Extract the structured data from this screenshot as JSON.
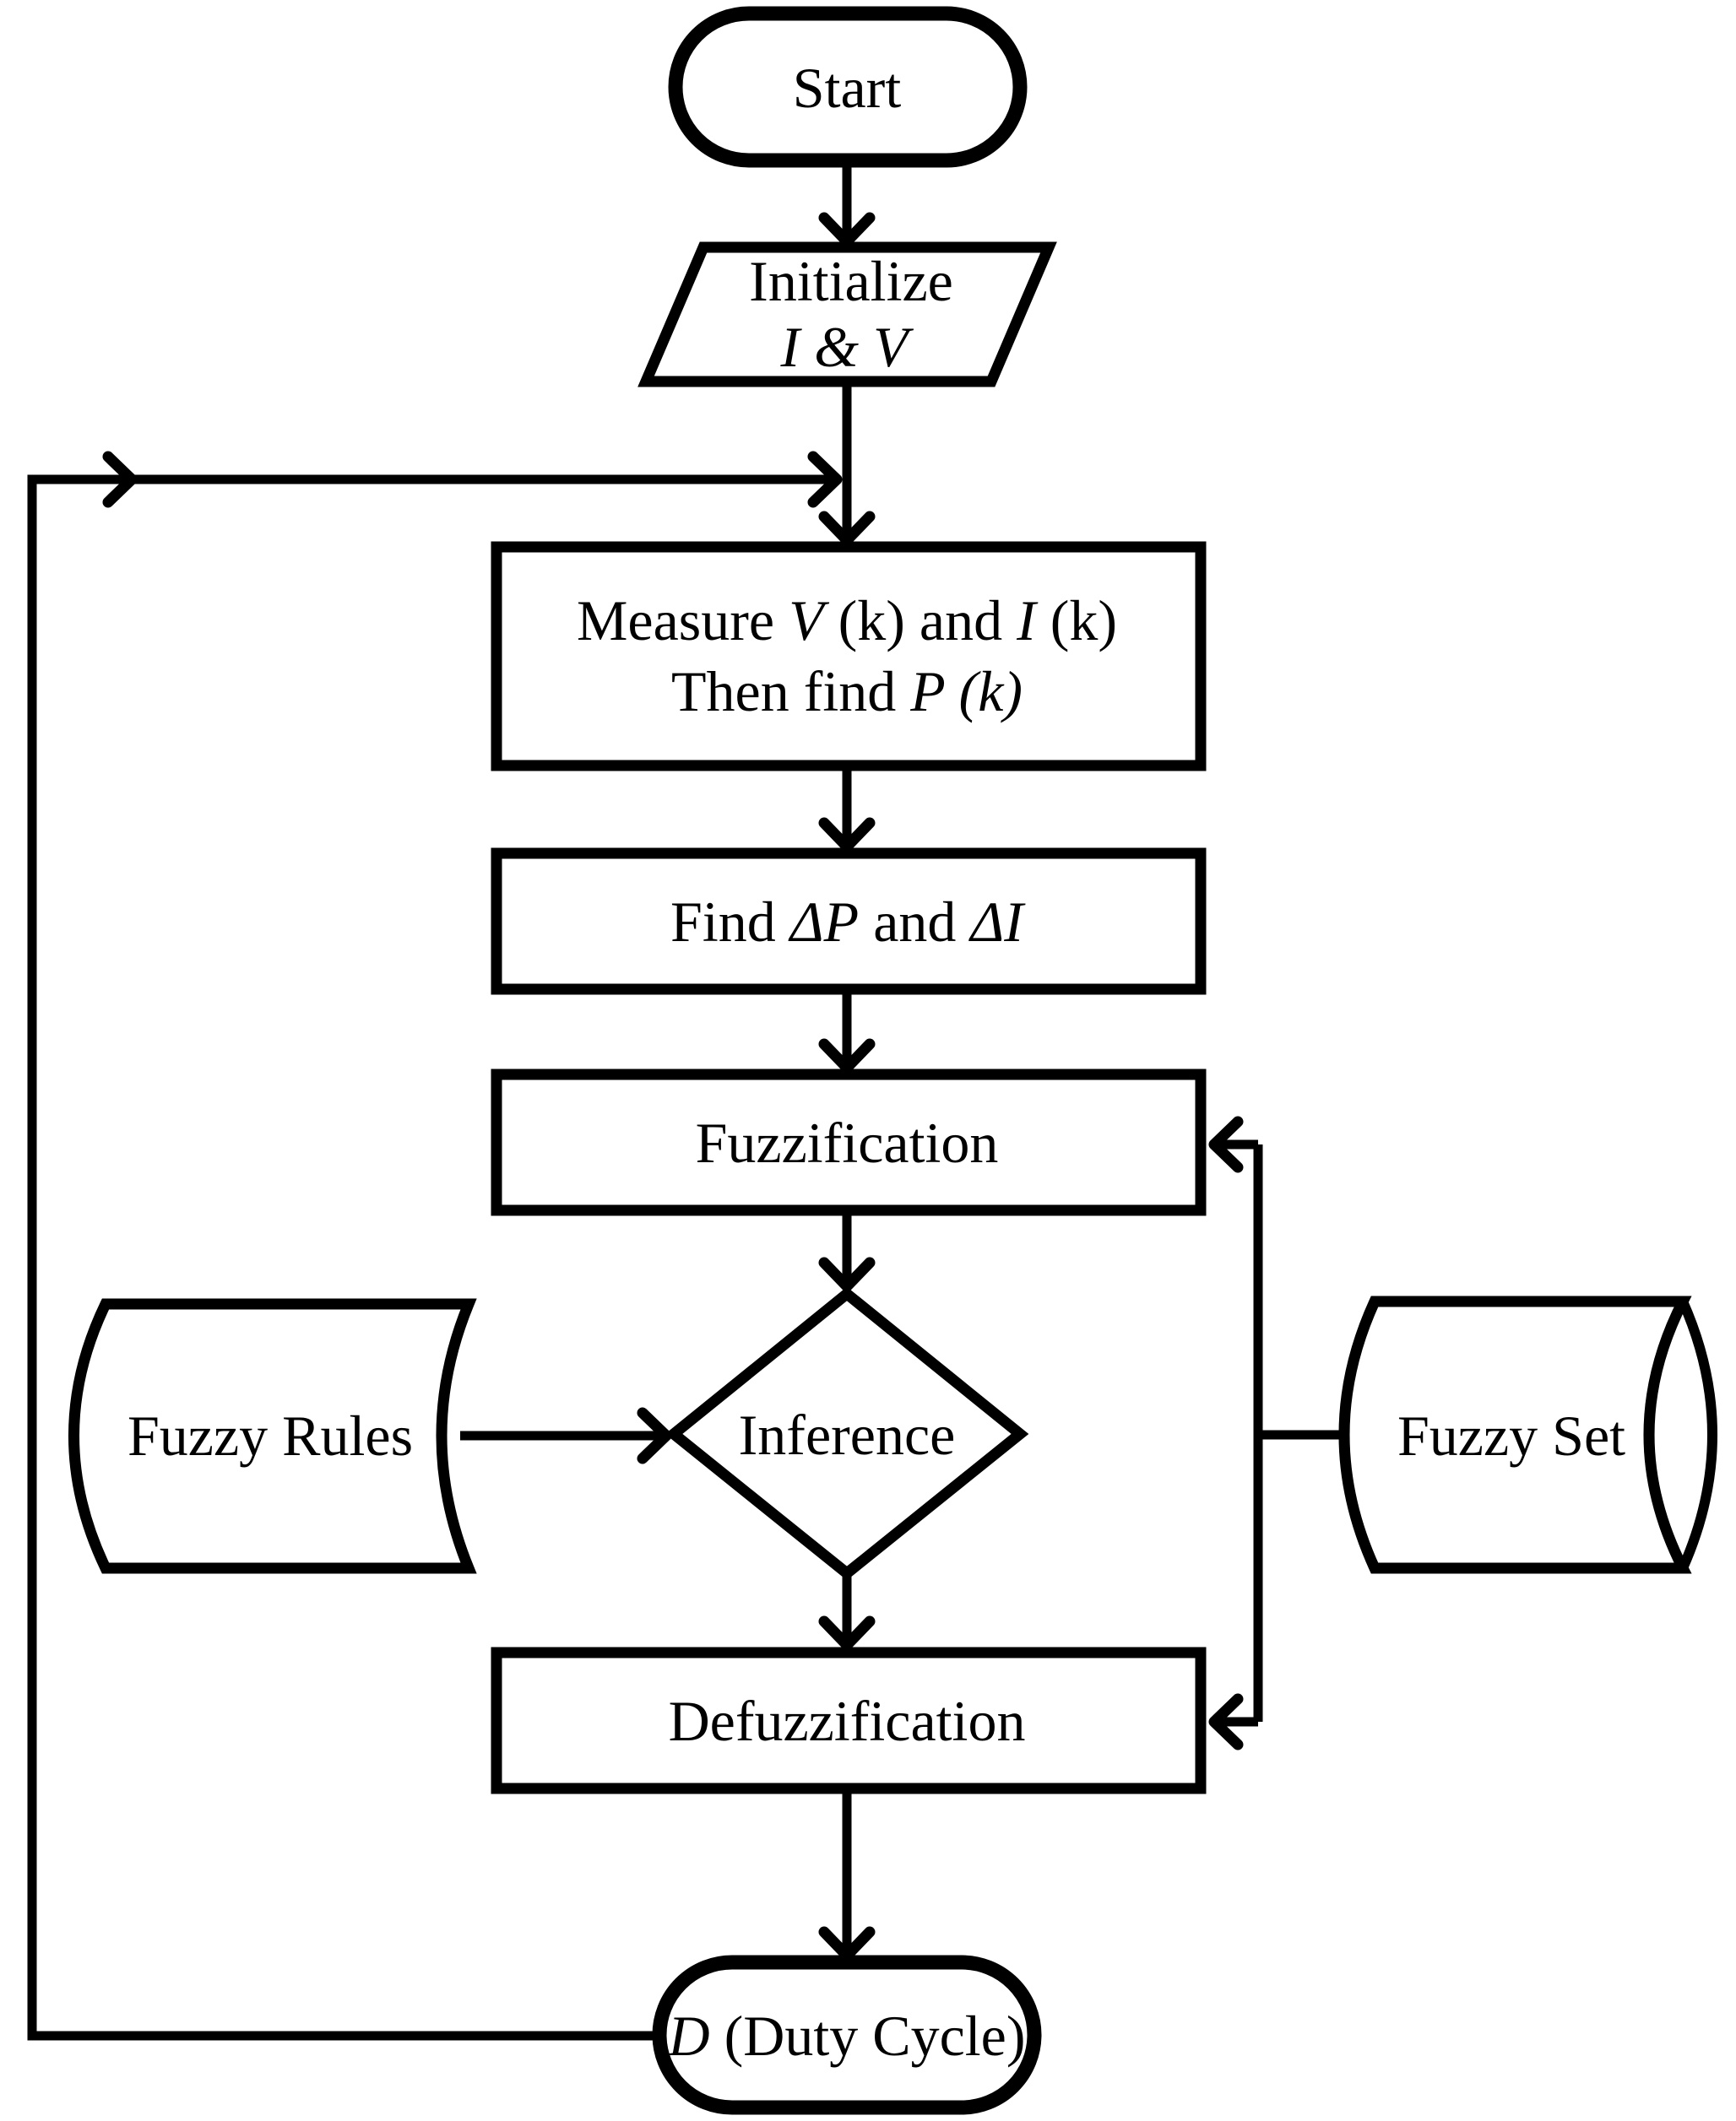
{
  "page": {
    "background_color": "#ffffff",
    "ink_color": "#000000"
  },
  "flowchart": {
    "nodes": {
      "start": {
        "type": "terminator",
        "label": [
          {
            "t": "Start",
            "i": false
          }
        ]
      },
      "initialize": {
        "type": "data-parallelogram",
        "line1": [
          {
            "t": "Initialize",
            "i": false
          }
        ],
        "line2": [
          {
            "t": "I & V",
            "i": true
          }
        ]
      },
      "measure": {
        "type": "process",
        "line1": [
          {
            "t": "Measure ",
            "i": false
          },
          {
            "t": "V",
            "i": true
          },
          {
            "t": " (k) and ",
            "i": false
          },
          {
            "t": "I",
            "i": true
          },
          {
            "t": " (k)",
            "i": false
          }
        ],
        "line2": [
          {
            "t": "Then find ",
            "i": false
          },
          {
            "t": "P (k)",
            "i": true
          }
        ]
      },
      "find_delta": {
        "type": "process",
        "label": [
          {
            "t": "Find ",
            "i": false
          },
          {
            "t": "ΔP",
            "i": true
          },
          {
            "t": " and ",
            "i": false
          },
          {
            "t": "ΔI",
            "i": true
          }
        ]
      },
      "fuzzification": {
        "type": "process",
        "label": [
          {
            "t": "Fuzzification",
            "i": false
          }
        ]
      },
      "inference": {
        "type": "decision",
        "label": [
          {
            "t": "Inference",
            "i": false
          }
        ]
      },
      "fuzzy_rules": {
        "type": "stored-data-cylinder",
        "label": [
          {
            "t": "Fuzzy Rules",
            "i": false
          }
        ]
      },
      "fuzzy_set": {
        "type": "stored-data-cylinder",
        "label": [
          {
            "t": "Fuzzy Set",
            "i": false
          }
        ]
      },
      "defuzzification": {
        "type": "process",
        "label": [
          {
            "t": "Defuzzification",
            "i": false
          }
        ]
      },
      "duty_cycle": {
        "type": "terminator",
        "label": [
          {
            "t": "D",
            "i": true
          },
          {
            "t": " (Duty Cycle)",
            "i": false
          }
        ]
      }
    },
    "edges": [
      "start -> initialize",
      "initialize -> measure",
      "measure -> find_delta",
      "find_delta -> fuzzification",
      "fuzzification -> inference",
      "fuzzy_rules -> inference",
      "fuzzy_set -> fuzzification",
      "fuzzy_set -> defuzzification",
      "inference -> defuzzification",
      "defuzzification -> duty_cycle",
      "duty_cycle -> measure (feedback loop)"
    ]
  }
}
